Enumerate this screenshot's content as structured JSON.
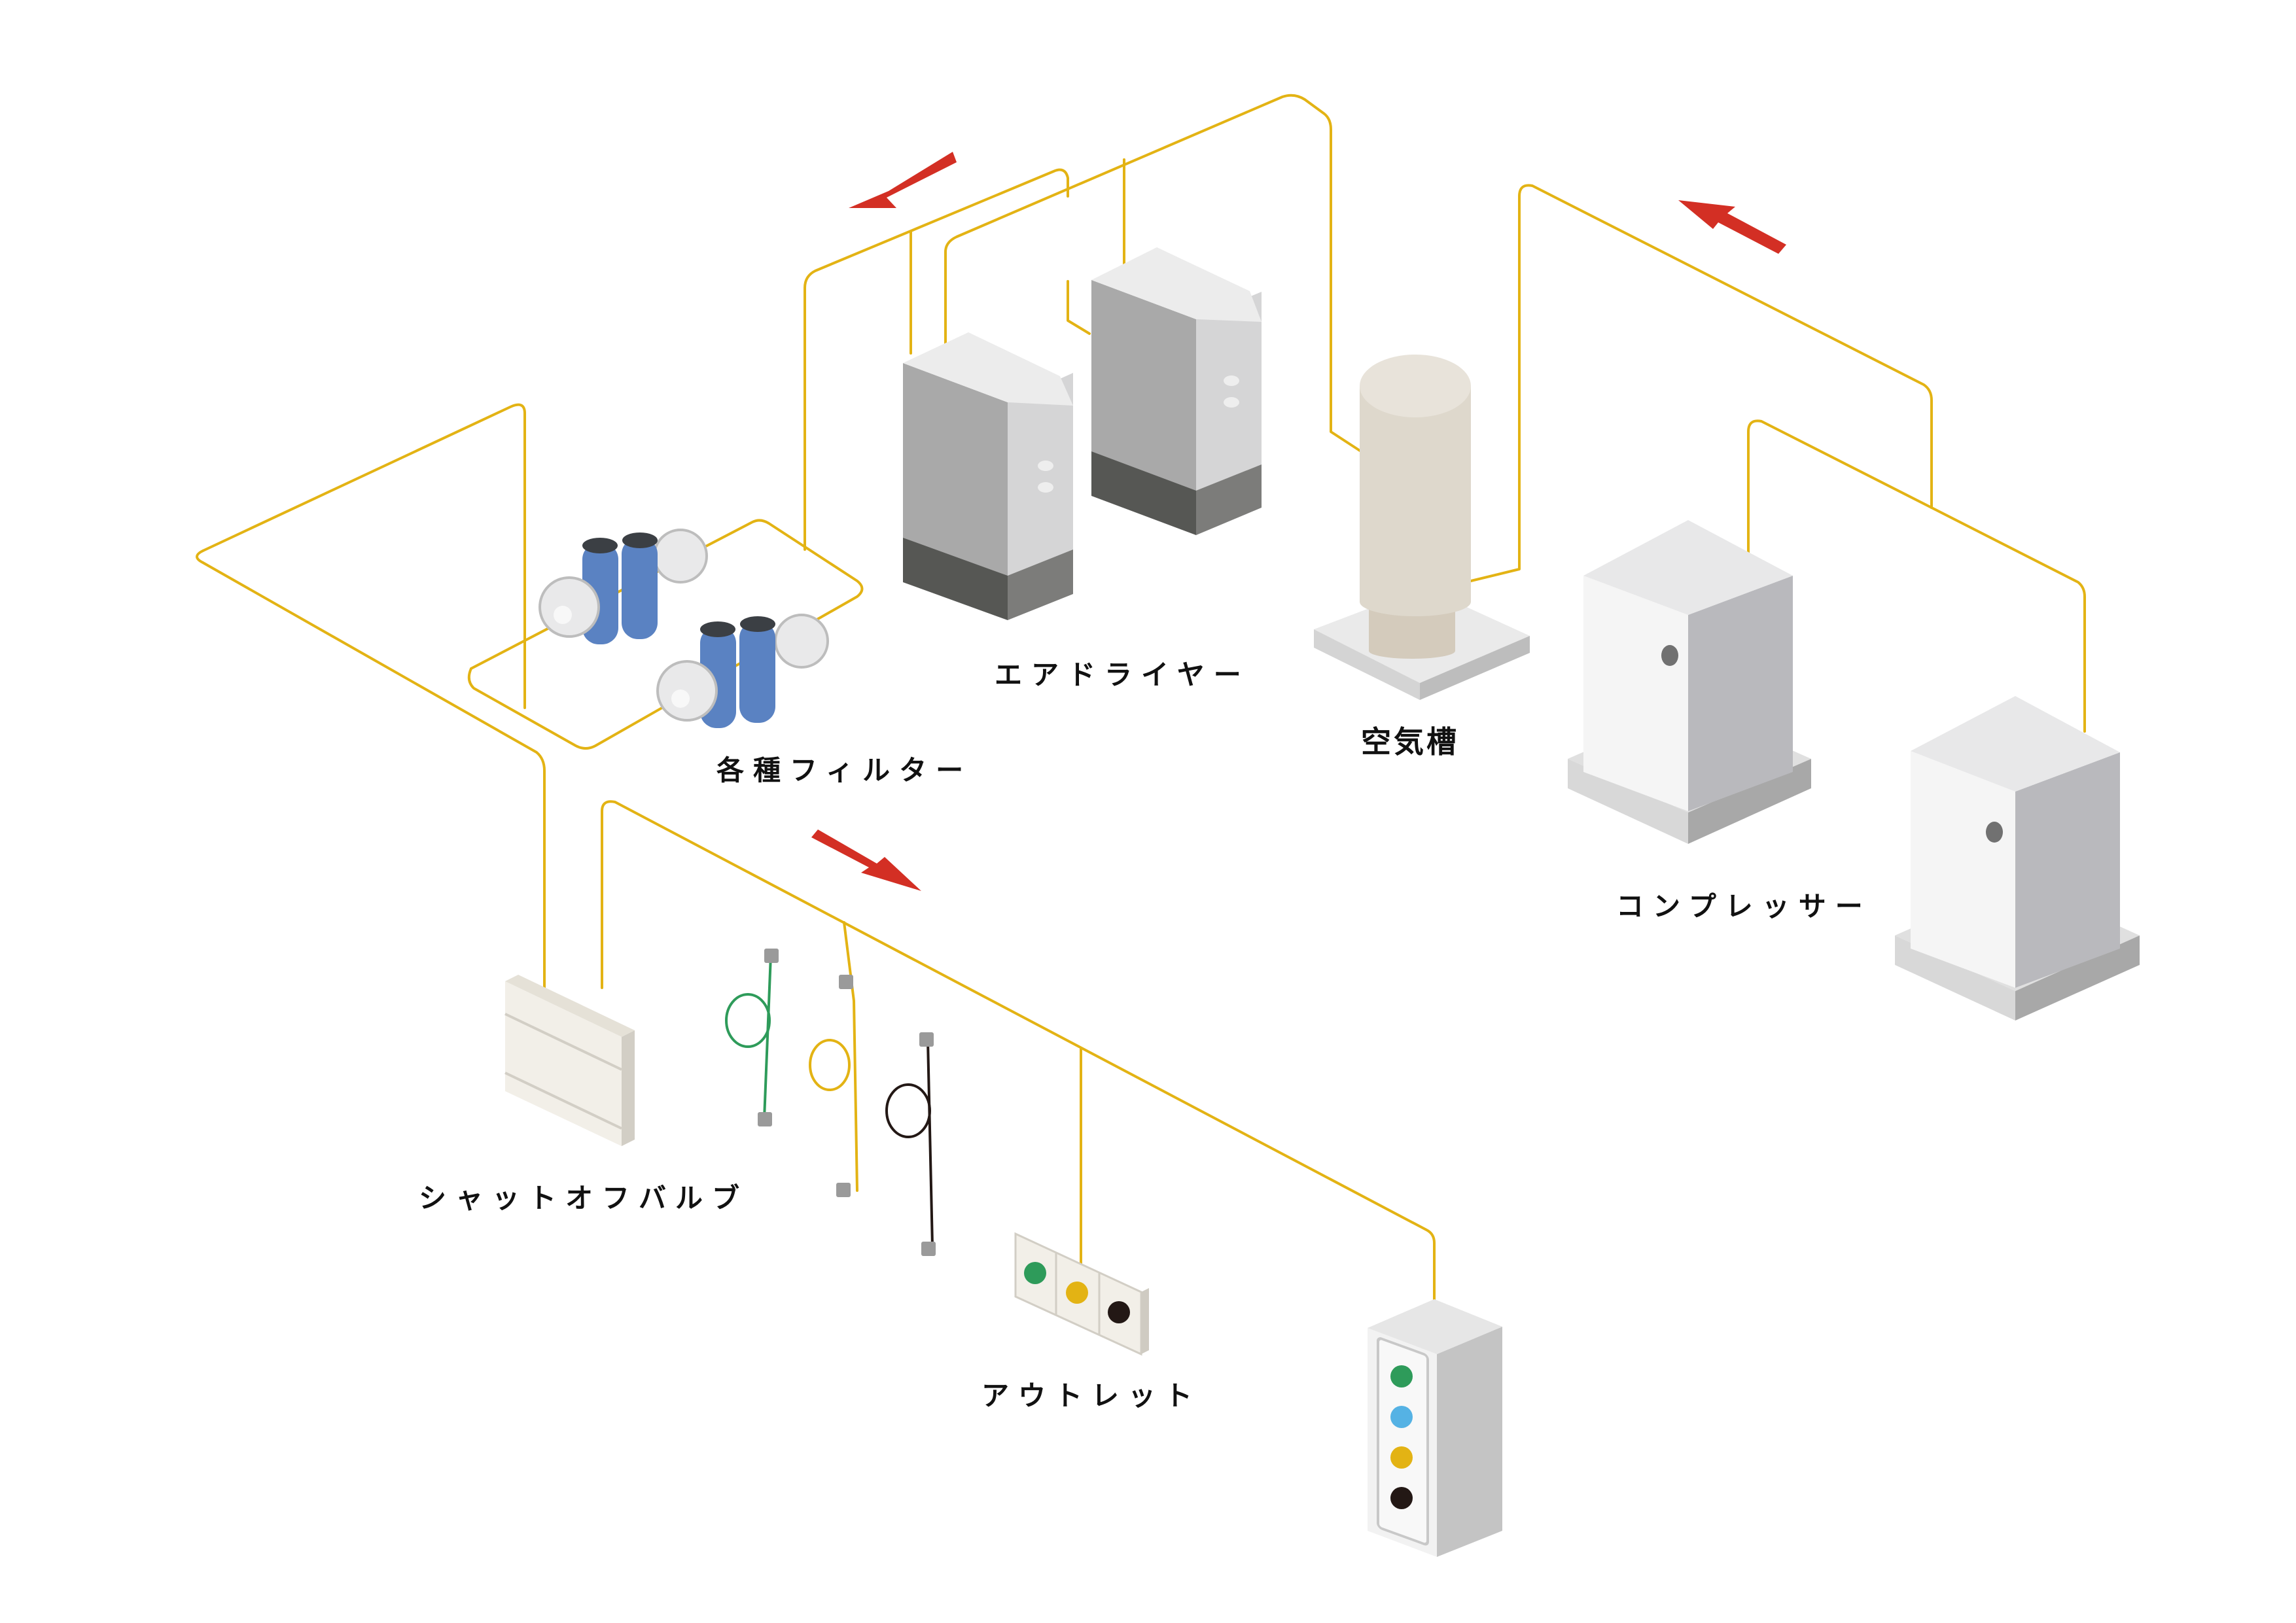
{
  "labels": {
    "air_dryer": "エアドライヤー",
    "air_tank": "空気槽",
    "filters": "各種フィルター",
    "compressor": "コンプレッサー",
    "shutoff_valve": "シャットオフバルブ",
    "outlet": "アウトレット"
  },
  "colors": {
    "pipe": "#e3b314",
    "flow_arrow": "#d32f24",
    "filter_body": "#5a82c2",
    "filter_cap": "#3b3f44",
    "dryer_body": "#a9a9a9",
    "dryer_base": "#565754",
    "tank_body": "#ded8cc",
    "compressor_body": "#f5f5f5",
    "panel": "#f2efe8",
    "outlet_green": "#2e9b5a",
    "outlet_yellow": "#e3b314",
    "outlet_black": "#231815",
    "outlet_blue": "#55b2e4"
  },
  "icons": {
    "flow_arrow": "red-flow-arrow-icon",
    "indicator": "status-dot-icon"
  }
}
